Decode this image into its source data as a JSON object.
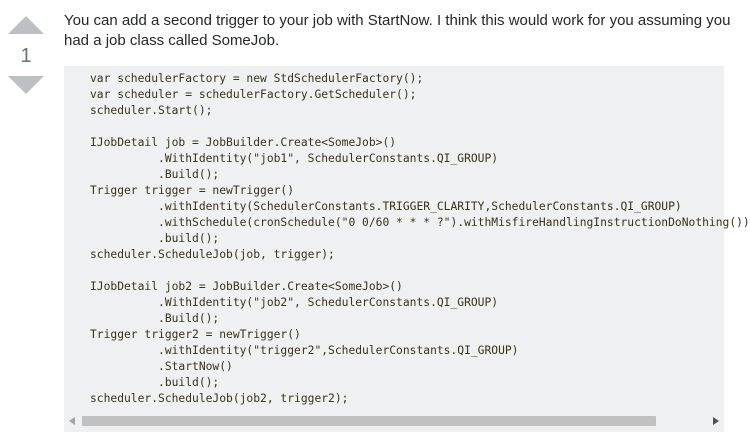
{
  "vote": {
    "count": "1",
    "upvote_icon": "triangle-up-icon",
    "downvote_icon": "triangle-down-icon"
  },
  "answer": {
    "text": "You can add a second trigger to your job with StartNow. I think this would work for you assuming you had a job class called SomeJob."
  },
  "code": {
    "lines": [
      "var schedulerFactory = new StdSchedulerFactory();",
      "var scheduler = schedulerFactory.GetScheduler();",
      "scheduler.Start();",
      "",
      "IJobDetail job = JobBuilder.Create<SomeJob>()",
      "          .WithIdentity(\"job1\", SchedulerConstants.QI_GROUP)",
      "          .Build();",
      "Trigger trigger = newTrigger()",
      "          .withIdentity(SchedulerConstants.TRIGGER_CLARITY,SchedulerConstants.QI_GROUP)",
      "          .withSchedule(cronSchedule(\"0 0/60 * * * ?\").withMisfireHandlingInstructionDoNothing())",
      "          .build();",
      "scheduler.ScheduleJob(job, trigger);",
      "",
      "IJobDetail job2 = JobBuilder.Create<SomeJob>()",
      "          .WithIdentity(\"job2\", SchedulerConstants.QI_GROUP)",
      "          .Build();",
      "Trigger trigger2 = newTrigger()",
      "          .withIdentity(\"trigger2\",SchedulerConstants.QI_GROUP)",
      "          .StartNow()",
      "          .build();",
      "scheduler.ScheduleJob(job2, trigger2);"
    ]
  },
  "scrollbar": {
    "left_arrow_icon": "triangle-left-icon",
    "right_arrow_icon": "triangle-right-icon"
  },
  "colors": {
    "vote_arrow": "#bbc0c4",
    "vote_count": "#6a737c",
    "code_background": "#eff0f1",
    "scroll_thumb": "#c1c1c1"
  }
}
